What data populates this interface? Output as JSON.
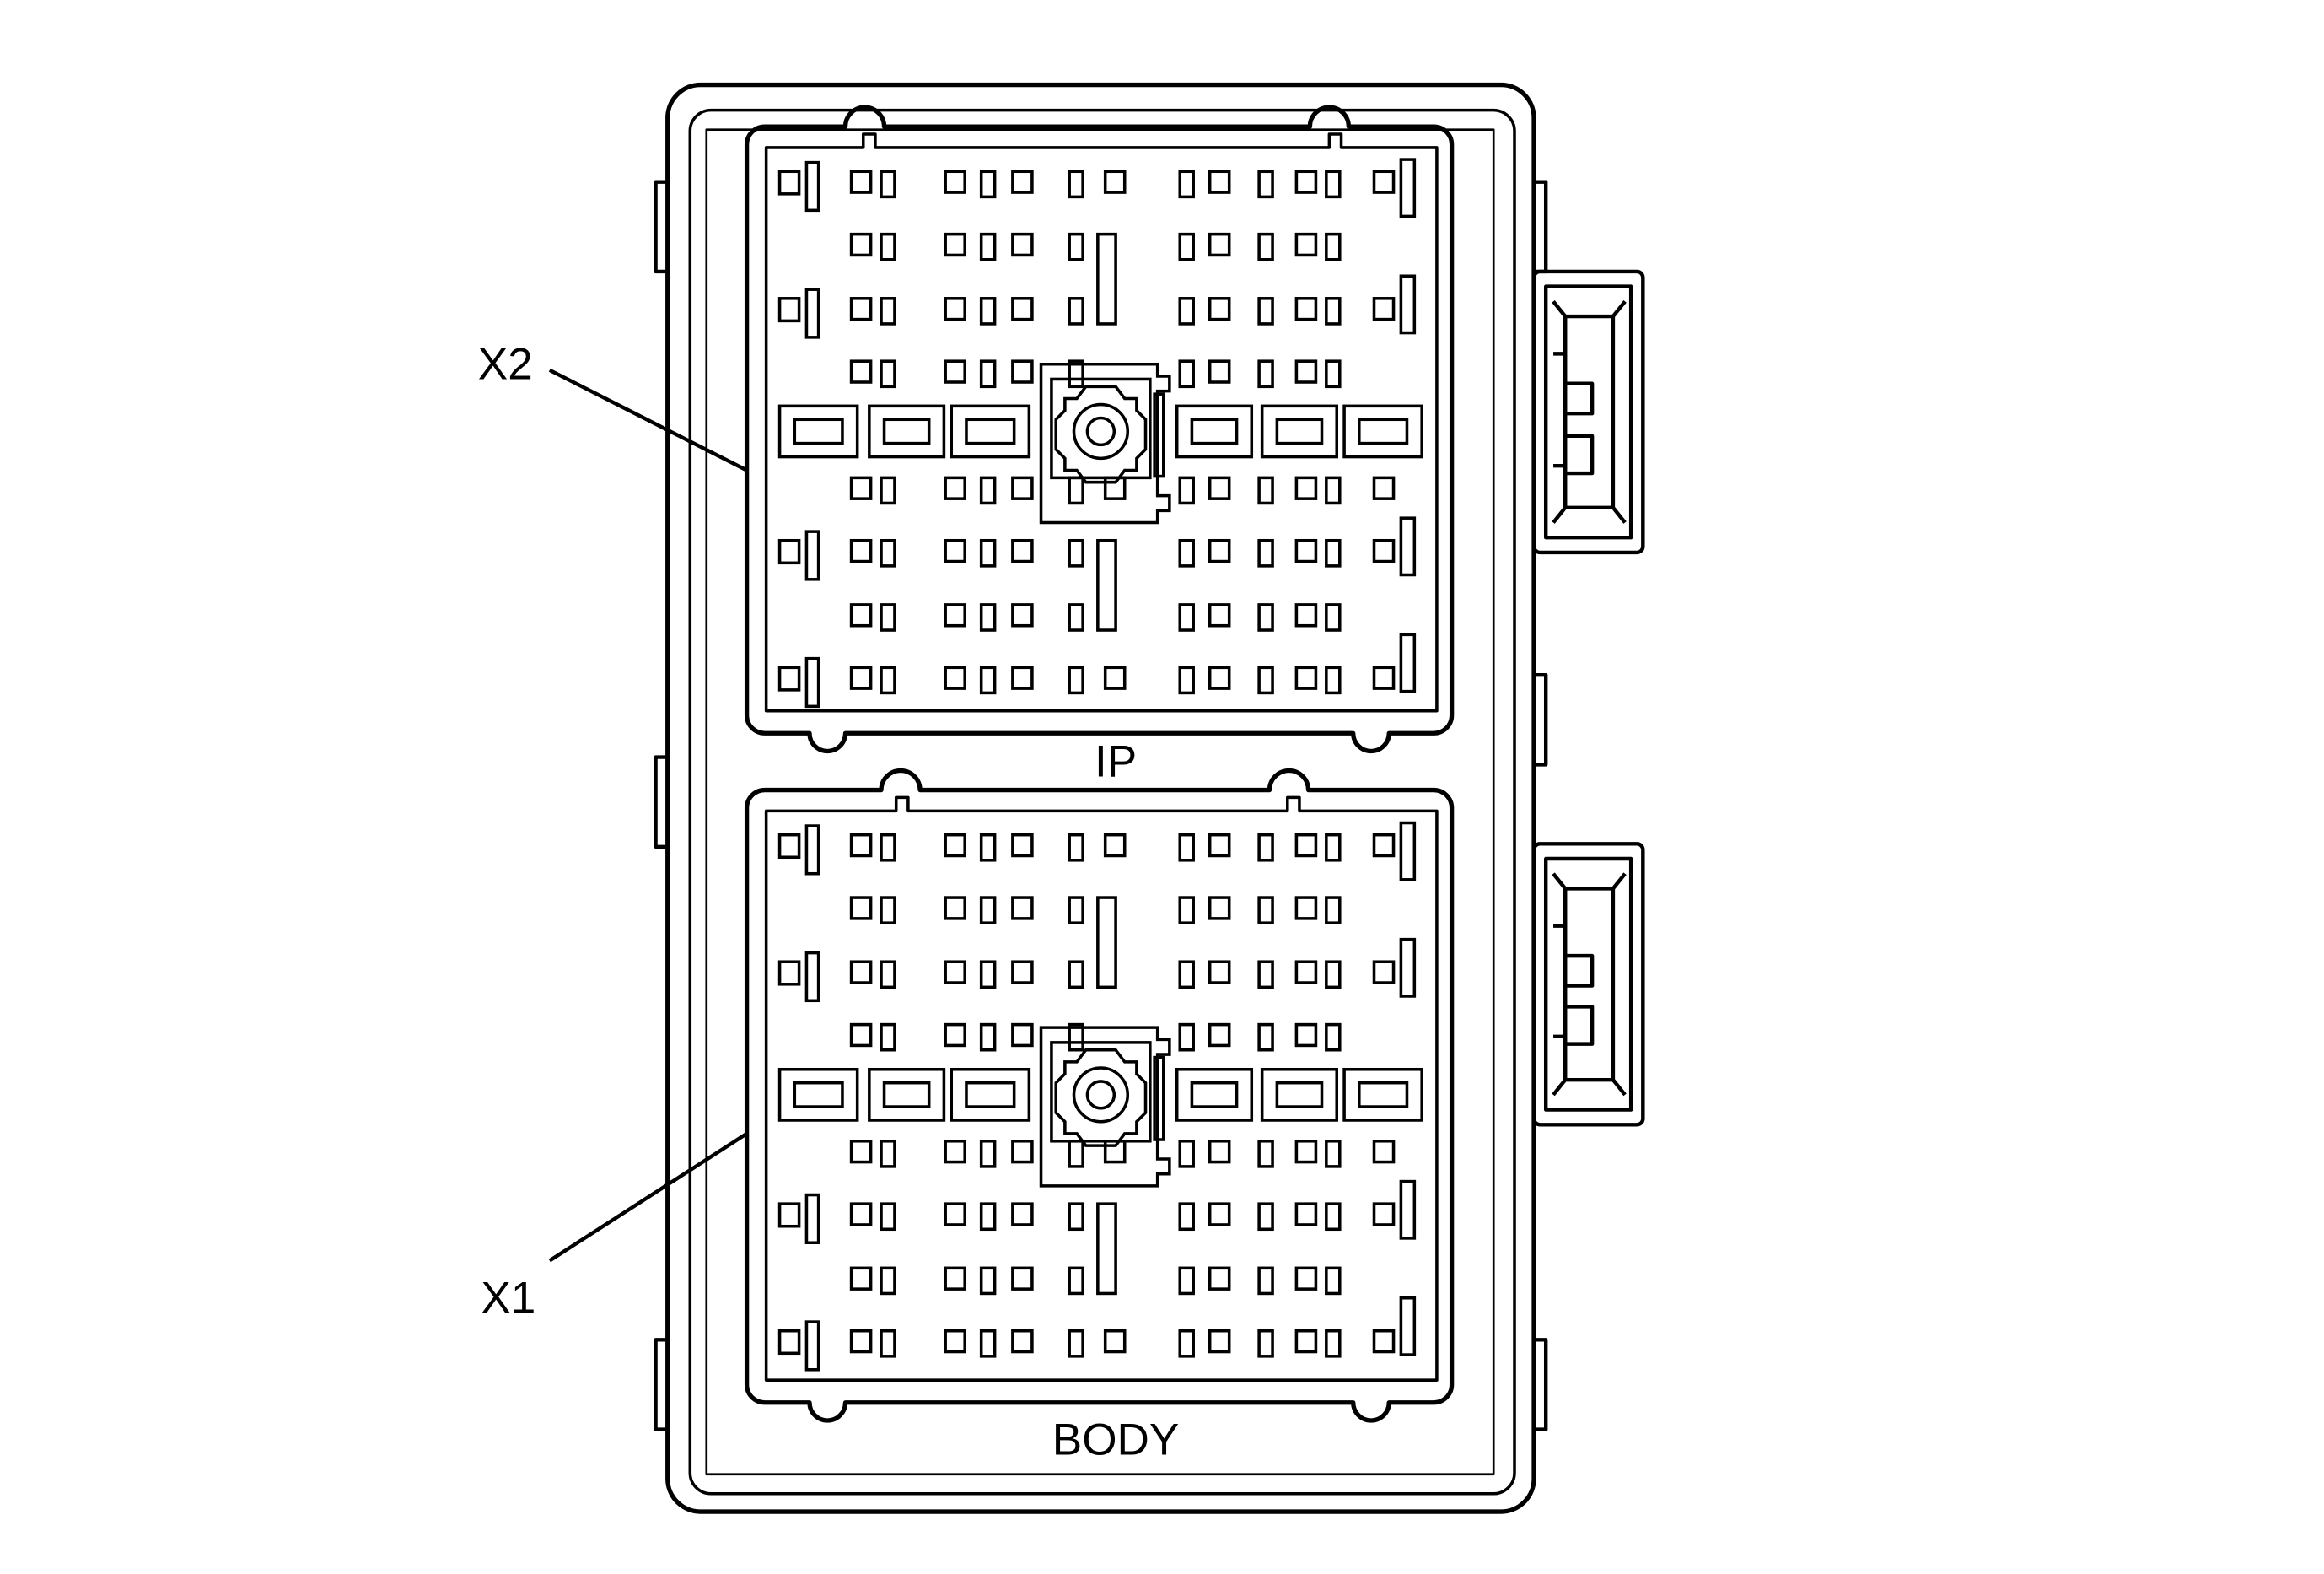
{
  "labels": {
    "top_connector_callout": "X2",
    "bottom_connector_callout": "X1",
    "top_connector_name": "IP",
    "bottom_connector_name": "BODY"
  },
  "colors": {
    "line": "#000000",
    "background": "#ffffff"
  }
}
